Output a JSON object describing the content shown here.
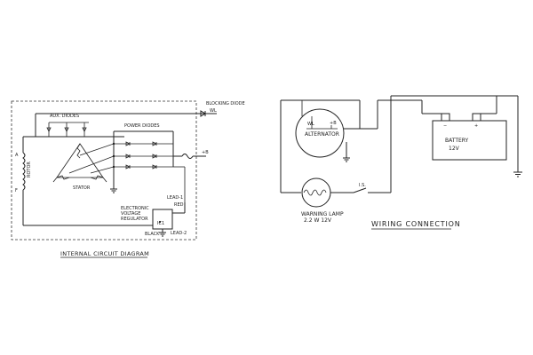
{
  "internal": {
    "title": "INTERNAL CIRCUIT DIAGRAM",
    "labels": {
      "blocking_diode": "BLOCKING DIODE",
      "wl": "WL",
      "aux_diodes": "AUX. DIODES",
      "power_diodes": "POWER DIODES",
      "rotor": "ROTOR",
      "rotor_a": "A",
      "rotor_f": "F",
      "stator": "STATOR",
      "plus_b": "+B",
      "regulator_line1": "ELECTRONIC",
      "regulator_line2": "VOLTAGE",
      "regulator_line3": "REGULATOR",
      "lead1": "LEAD-1",
      "red": "RED",
      "black": "BLACK",
      "lead2": "LEAD-2",
      "ic": "IC1"
    }
  },
  "wiring": {
    "title": "WIRING CONNECTION",
    "labels": {
      "wl": "WL",
      "plus_b": "+B",
      "alternator": "ALTERNATOR",
      "battery": "BATTERY",
      "battery_voltage": "12V",
      "warning_lamp": "WARNING LAMP",
      "lamp_rating": "2.2 W 12V",
      "switch": "I.S.",
      "minus": "−",
      "plus": "+"
    }
  }
}
